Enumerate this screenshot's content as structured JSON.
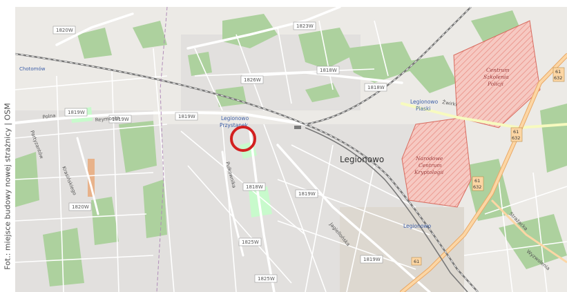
{
  "credit": "Fot.: miejsce budowy nowej strażnicy | OSM",
  "map": {
    "town": "Legionowo",
    "places": {
      "chotomow": "Chotomów",
      "legionowo_przystanek_1": "Legionowo",
      "legionowo_przystanek_2": "Przystanek",
      "legionowo_piaski_1": "Legionowo",
      "legionowo_piaski_2": "Piaski",
      "legionowo_south": "Legionowo"
    },
    "areas": {
      "centrum_szkolenia_1": "Centrum",
      "centrum_szkolenia_2": "Szkolenia",
      "centrum_szkolenia_3": "Policji",
      "narodowe_centrum_1": "Narodowe",
      "narodowe_centrum_2": "Centrum",
      "narodowe_centrum_3": "Kryptologii"
    },
    "road_numbers": {
      "r1820w_top": "1820W",
      "r1823w": "1823W",
      "r1818w_a": "1818W",
      "r1826w": "1826W",
      "r1818w_b": "1818W",
      "r1819w_a": "1819W",
      "r1819w_b": "1819W",
      "r1819w_c": "1819W",
      "r1818w_c": "1818W",
      "r1819w_d": "1819W",
      "r1820w_bottom": "1820W",
      "r1825w_a": "1825W",
      "r1825w_b": "1825W",
      "r1819w_e": "1819W"
    },
    "street_names": {
      "reymonta": "Reymonta",
      "polna": "Polna",
      "partyzantow": "Partyzantów",
      "krasinskiego": "Krasińskiego",
      "pulkownika": "Pułkownika",
      "jagiellonska": "Jagiellońska",
      "zwirki": "Żwirki",
      "strazacka": "Strażacka",
      "wyzwolenia": "Wyzwolenia"
    },
    "shields": {
      "s61_a": "61",
      "s632_a": "632",
      "s61_b": "61",
      "s632_b": "632",
      "s61_c": "61",
      "s632_c": "632",
      "s61_d": "61"
    },
    "marker": "construction-site-circle",
    "colors": {
      "land": "#eceae6",
      "residential": "#e0dfdf",
      "forest": "#add19e",
      "park": "#c8facc",
      "military": "#f2b3ad",
      "railway": "#787878",
      "secondary_road": "#f7fabf",
      "trunk_road": "#fcd6a4",
      "marker": "#d32020"
    }
  }
}
